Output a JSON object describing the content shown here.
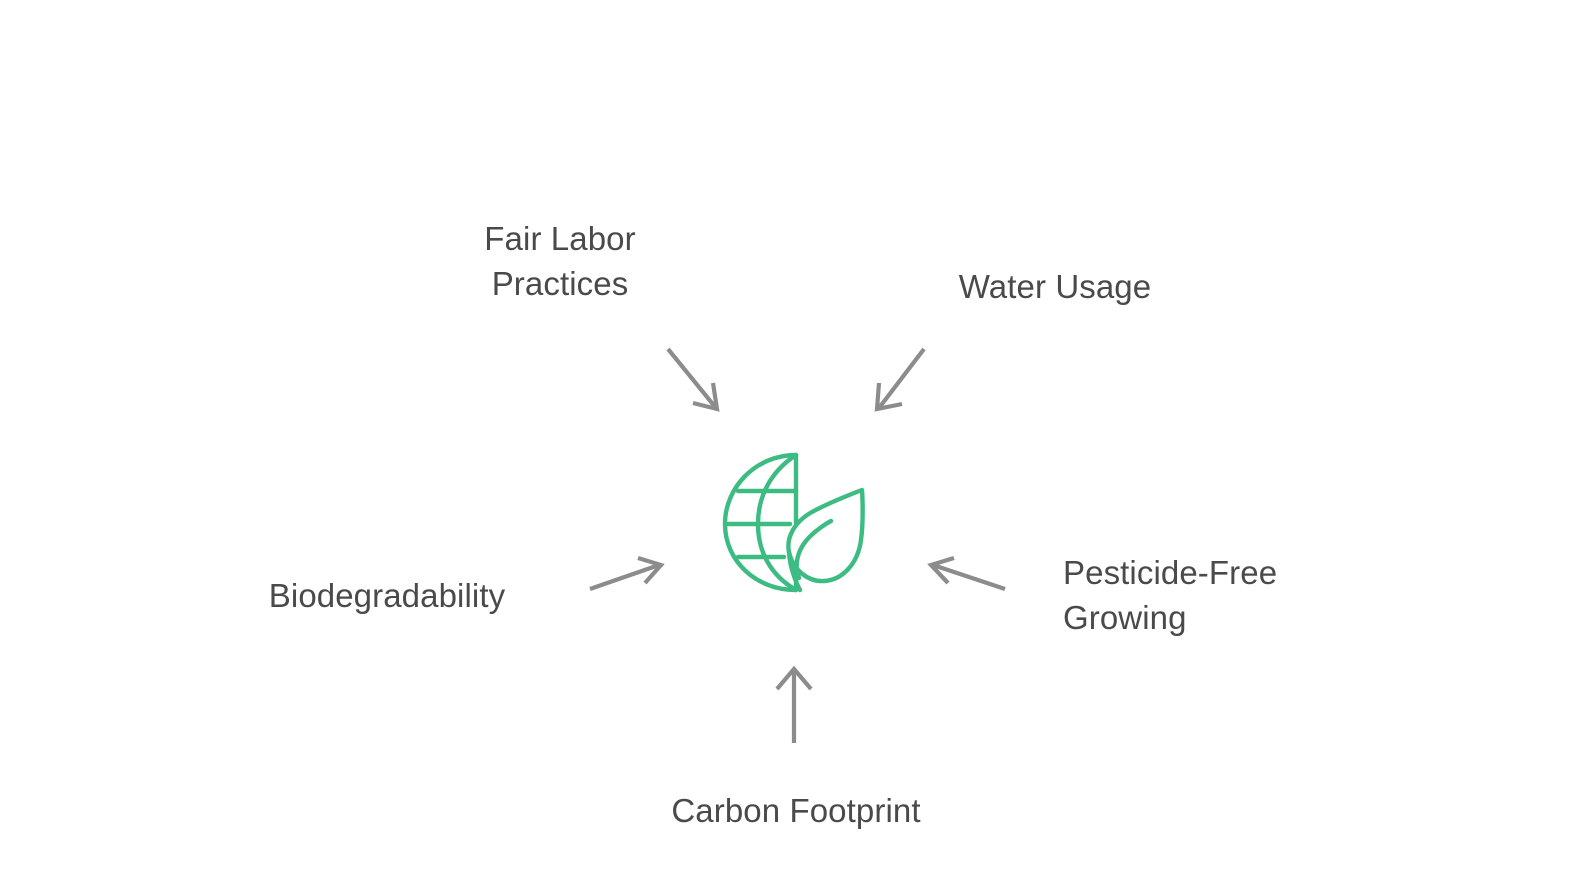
{
  "diagram": {
    "type": "hub-and-spoke",
    "background_color": "#ffffff",
    "center": {
      "icon_name": "globe-leaf-sustainability-icon",
      "color": "#3cbc82",
      "description": "Globe with latitude and meridian lines overlapped by a leaf"
    },
    "arrow_color": "#8c8c8c",
    "label_color": "#4a4a4a",
    "nodes": [
      {
        "id": "fair-labor-practices",
        "label": "Fair Labor\nPractices",
        "position": "top-left",
        "arrow_direction": "down-right"
      },
      {
        "id": "water-usage",
        "label": "Water Usage",
        "position": "top-right",
        "arrow_direction": "down-left"
      },
      {
        "id": "pesticide-free-growing",
        "label": "Pesticide-Free\nGrowing",
        "position": "right",
        "arrow_direction": "left"
      },
      {
        "id": "biodegradability",
        "label": "Biodegradability",
        "position": "left",
        "arrow_direction": "right"
      },
      {
        "id": "carbon-footprint",
        "label": "Carbon Footprint",
        "position": "bottom",
        "arrow_direction": "up"
      }
    ]
  }
}
